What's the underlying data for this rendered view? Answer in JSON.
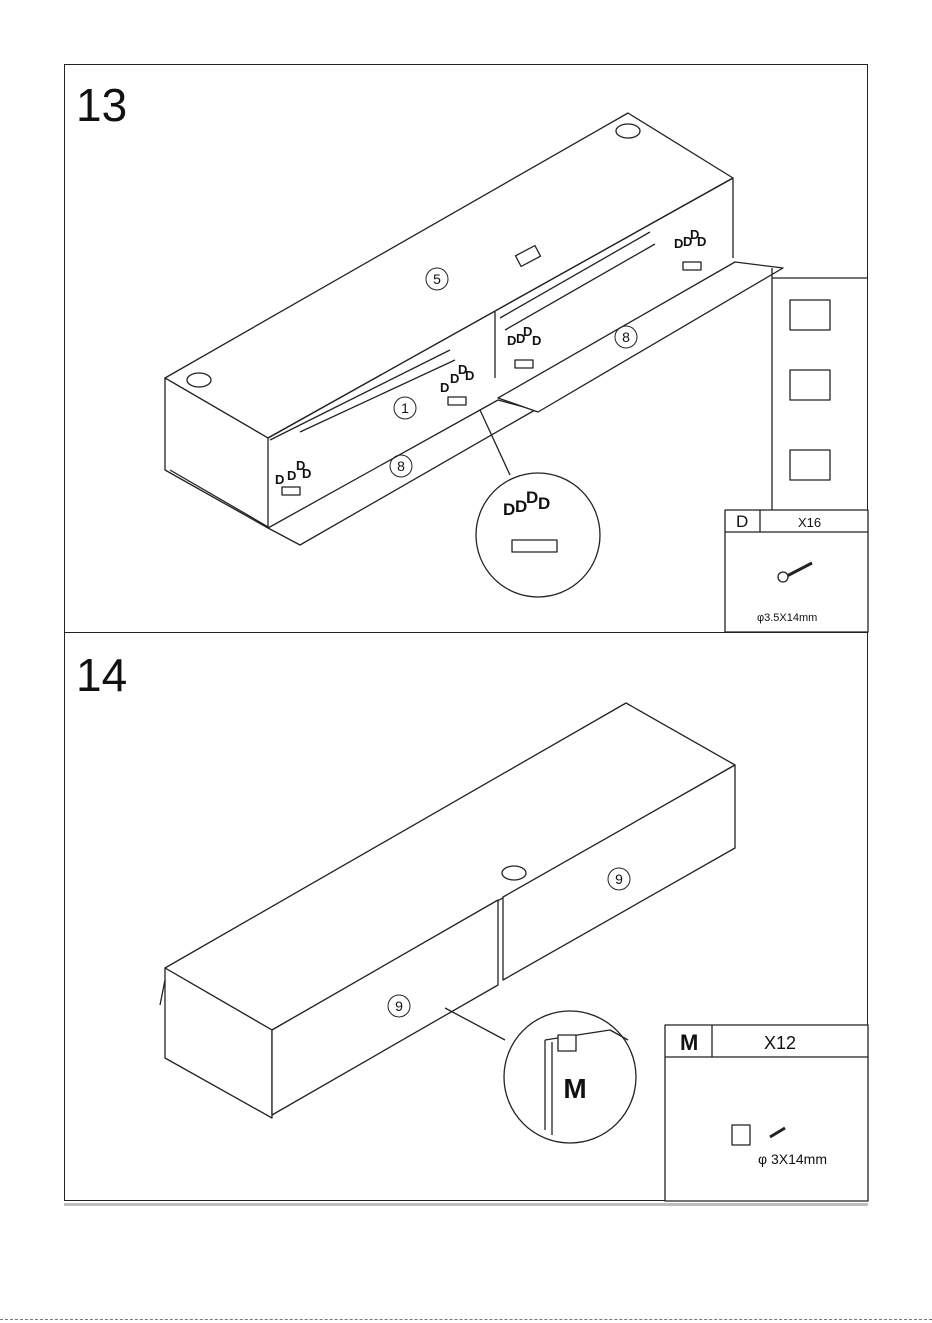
{
  "steps": [
    {
      "number": "13",
      "part_labels": [
        "5",
        "1",
        "8",
        "8"
      ],
      "hinge_letter": "D",
      "hardware": {
        "letter": "D",
        "quantity": "X16",
        "size": "φ3.5X14mm"
      }
    },
    {
      "number": "14",
      "part_labels": [
        "9",
        "9"
      ],
      "detail_letter": "M",
      "hardware": {
        "letter": "M",
        "quantity": "X12",
        "size": "φ 3X14mm"
      }
    }
  ]
}
